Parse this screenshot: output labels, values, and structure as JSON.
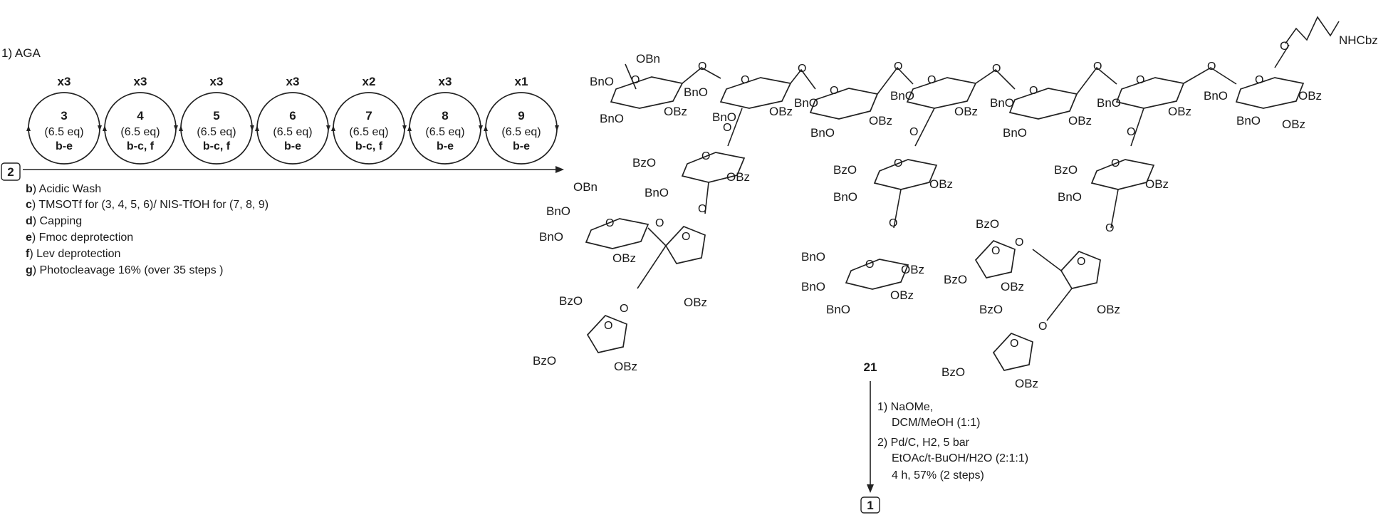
{
  "step1_label": "1) AGA",
  "cycles": [
    {
      "count": "x3",
      "compound": "3",
      "eq": "(6.5 eq)",
      "steps": "b-e"
    },
    {
      "count": "x3",
      "compound": "4",
      "eq": "(6.5 eq)",
      "steps": "b-c, f"
    },
    {
      "count": "x3",
      "compound": "5",
      "eq": "(6.5 eq)",
      "steps": "b-c, f"
    },
    {
      "count": "x3",
      "compound": "6",
      "eq": "(6.5 eq)",
      "steps": "b-e"
    },
    {
      "count": "x2",
      "compound": "7",
      "eq": "(6.5 eq)",
      "steps": "b-c, f"
    },
    {
      "count": "x3",
      "compound": "8",
      "eq": "(6.5 eq)",
      "steps": "b-e"
    },
    {
      "count": "x1",
      "compound": "9",
      "eq": "(6.5 eq)",
      "steps": "b-e"
    }
  ],
  "start_compound": "2",
  "conditions": [
    {
      "key": "b",
      "text": ") Acidic Wash"
    },
    {
      "key": "c",
      "text": ") TMSOTf for (3, 4, 5, 6)/ NIS-TfOH for (7, 8, 9)"
    },
    {
      "key": "d",
      "text": ") Capping"
    },
    {
      "key": "e",
      "text": ") Fmoc deprotection"
    },
    {
      "key": "f",
      "text": ") Lev deprotection"
    },
    {
      "key": "g",
      "text": ") Photocleavage 16% (over 35 steps )"
    }
  ],
  "product_compound": "21",
  "final_compound": "1",
  "deprotection": [
    "1) NaOMe,",
    "DCM/MeOH (1:1)",
    "2) Pd/C, H2, 5 bar",
    "EtOAc/t-BuOH/H2O (2:1:1)",
    "4 h, 57% (2 steps)"
  ],
  "substituents": {
    "obn": "OBn",
    "bno": "BnO",
    "obz": "OBz",
    "bzo": "BzO",
    "linker": "NHCbz"
  }
}
